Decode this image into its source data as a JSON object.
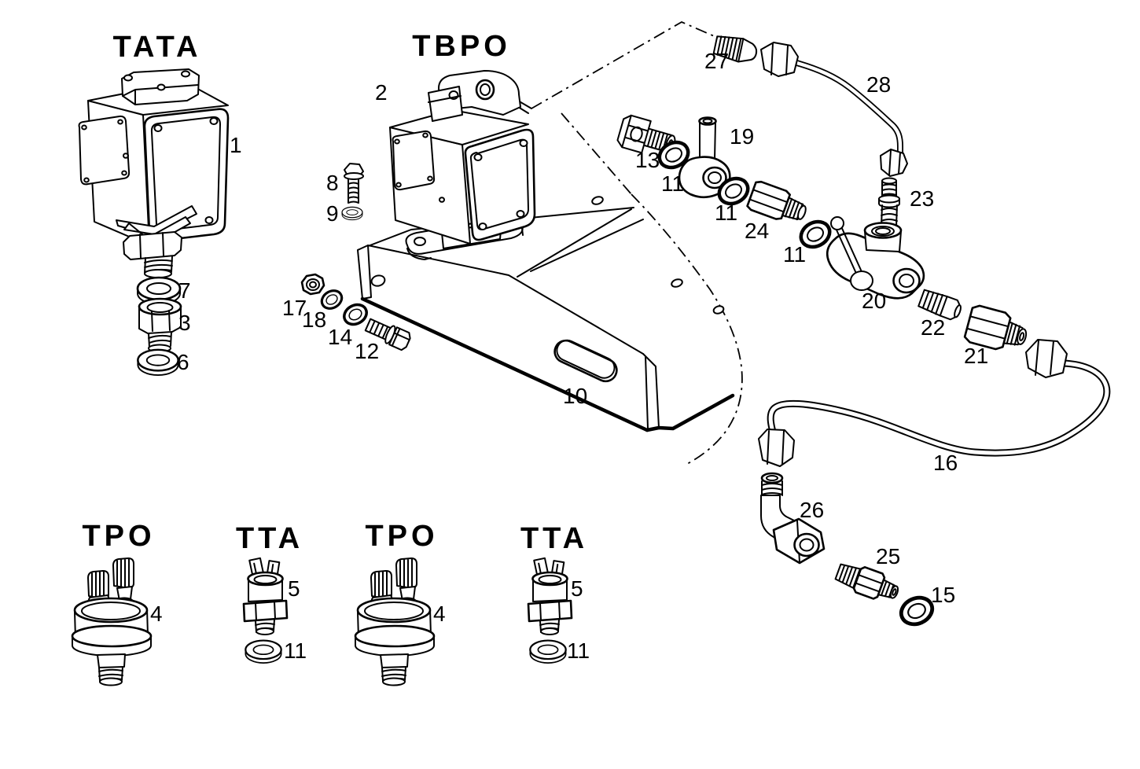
{
  "diagram": {
    "background_color": "#ffffff",
    "line_color": "#000000",
    "type": "exploded-parts-diagram"
  },
  "group_labels": {
    "tata": "TATA",
    "tbpo": "TBPO",
    "tpo_left": "TPO",
    "tta_left": "TTA",
    "tpo_right": "TPO",
    "tta_right": "TTA"
  },
  "callouts": {
    "n1": "1",
    "n2": "2",
    "n3": "3",
    "n4_left": "4",
    "n4_right": "4",
    "n5_left": "5",
    "n5_right": "5",
    "n6": "6",
    "n7": "7",
    "n8": "8",
    "n9": "9",
    "n10": "10",
    "n11_banjo_front": "11",
    "n11_banjo_rear": "11",
    "n11_tee": "11",
    "n11_tta_left": "11",
    "n11_tta_right": "11",
    "n12": "12",
    "n13": "13",
    "n14": "14",
    "n15": "15",
    "n16": "16",
    "n17": "17",
    "n18": "18",
    "n19": "19",
    "n20": "20",
    "n21": "21",
    "n22": "22",
    "n23": "23",
    "n24": "24",
    "n25": "25",
    "n26": "26",
    "n27": "27",
    "n28": "28"
  }
}
